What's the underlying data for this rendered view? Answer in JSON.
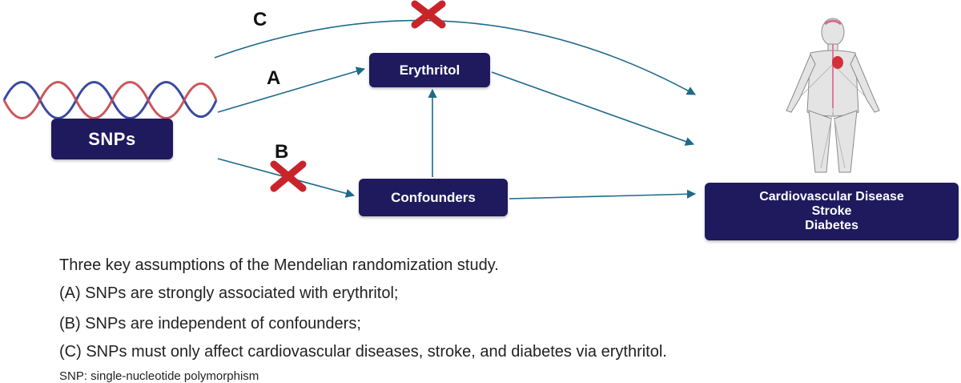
{
  "nodes": {
    "snps": "SNPs",
    "erythritol": "Erythritol",
    "confounders": "Confounders",
    "outcomes": [
      "Cardiovascular Disease",
      "Stroke",
      "Diabetes"
    ]
  },
  "path_labels": {
    "a": "A",
    "b": "B",
    "c": "C"
  },
  "caption": {
    "title": "Three key assumptions of the Mendelian randomization study.",
    "assumption_a": "(A) SNPs are strongly associated with erythritol;",
    "assumption_b": "(B) SNPs are independent of confounders;",
    "assumption_c": "(C) SNPs must only affect cardiovascular diseases, stroke, and diabetes via erythritol.",
    "abbreviation": "SNP: single-nucleotide polymorphism"
  },
  "colors": {
    "box": "#1f1a5e",
    "arrow": "#1e6a8a",
    "cross": "#c8252b",
    "dna_blue": "#3a4aa0",
    "dna_red": "#c8454a"
  },
  "icons": [
    "dna-helix-icon",
    "human-body-icon",
    "cross-icon"
  ]
}
